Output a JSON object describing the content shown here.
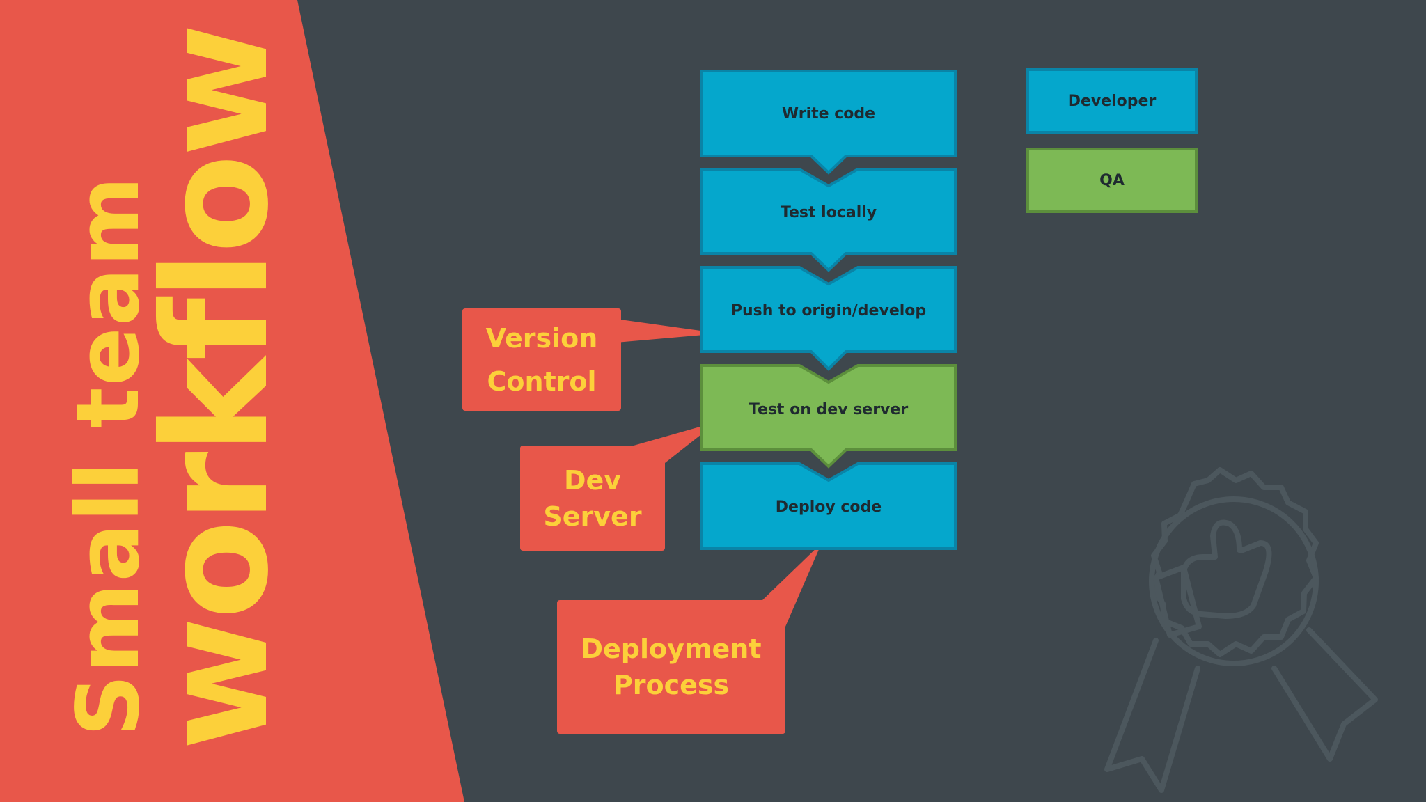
{
  "title": {
    "line1": "Small team",
    "line2": "workflow"
  },
  "colors": {
    "background": "#3e474d",
    "banner": "#e8574a",
    "title_text": "#fcd03a",
    "developer": "#05a7cc",
    "developer_border": "#0a84a7",
    "qa": "#7db955",
    "qa_border": "#5c8f3c",
    "callout": "#e8574a",
    "callout_text": "#fcd03a"
  },
  "flow": {
    "steps": [
      {
        "label": "Write code",
        "role": "Developer"
      },
      {
        "label": "Test locally",
        "role": "Developer"
      },
      {
        "label": "Push to origin/develop",
        "role": "Developer"
      },
      {
        "label": "Test on dev server",
        "role": "QA"
      },
      {
        "label": "Deploy code",
        "role": "Developer"
      }
    ]
  },
  "legend": {
    "developer": "Developer",
    "qa": "QA"
  },
  "callouts": {
    "version_control": {
      "line1": "Version",
      "line2": "Control"
    },
    "dev_server": {
      "line1": "Dev",
      "line2": "Server"
    },
    "deployment": {
      "line1": "Deployment",
      "line2": "Process"
    }
  },
  "decoration": {
    "badge_icon": "award-ribbon-thumbs-up-icon"
  }
}
